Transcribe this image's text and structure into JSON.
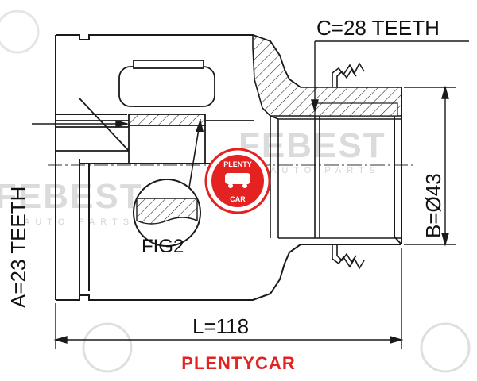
{
  "labels": {
    "c_teeth": "C=28 TEETH",
    "a_teeth": "A=23 TEETH",
    "b_diameter": "B=Ø43",
    "length": "L=118",
    "fig": "FIG2"
  },
  "watermark": {
    "brand": "FEBEST",
    "sub": "AUTO PARTS",
    "stamp_top": "PLENTY",
    "stamp_bottom": "CAR"
  },
  "caption": "PLENTYCAR",
  "colors": {
    "line": "#1a1a1a",
    "accent_red": "#e52222",
    "watermark": "#d8d8d8"
  }
}
